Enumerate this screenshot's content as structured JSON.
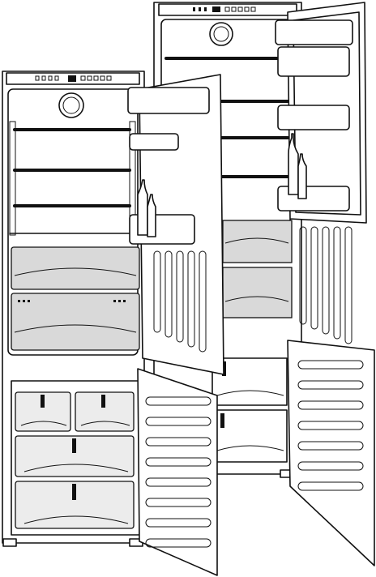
{
  "figure": {
    "title": "",
    "appliances": [
      {
        "id": "front",
        "description_shown": false
      },
      {
        "id": "rear",
        "description_shown": false
      }
    ],
    "front": {
      "fridge_shelves": 3,
      "door_shelves": 2,
      "bottles_in_door": 2,
      "drawers_upper": 2,
      "freezer_drawers_top_row": 2,
      "freezer_drawers_full_width": 2
    },
    "rear": {
      "fridge_shelves": 4,
      "door_shelves": 3,
      "bottles_in_door": 2,
      "drawers_upper": 2,
      "freezer_drawers": 2
    },
    "colors": {
      "line": "#111111",
      "fill": "#ffffff",
      "shade": "#d9d9d9"
    }
  }
}
